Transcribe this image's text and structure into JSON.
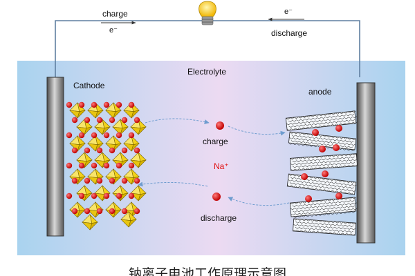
{
  "labels": {
    "top_charge": "charge",
    "top_electron_left": "e⁻",
    "top_electron_right": "e⁻",
    "top_discharge": "discharge",
    "electrolyte": "Electrolyte",
    "cathode": "Cathode",
    "anode": "anode",
    "ion_charge": "charge",
    "ion_discharge": "discharge",
    "ion_species": "Na⁺"
  },
  "caption": "钠离子电池工作原理示意图",
  "colors": {
    "ion": "#e01010",
    "octahedron": "#f2d21a",
    "electrolyte_left": "#a9d3ef",
    "electrolyte_mid": "#ecdaf2",
    "electrolyte_right": "#a9d3ef",
    "wire": "#5f7fa0",
    "arrow": "#6e9ccf",
    "ion_label": "#e01010"
  },
  "icons": {
    "bulb": "light-bulb-icon"
  }
}
